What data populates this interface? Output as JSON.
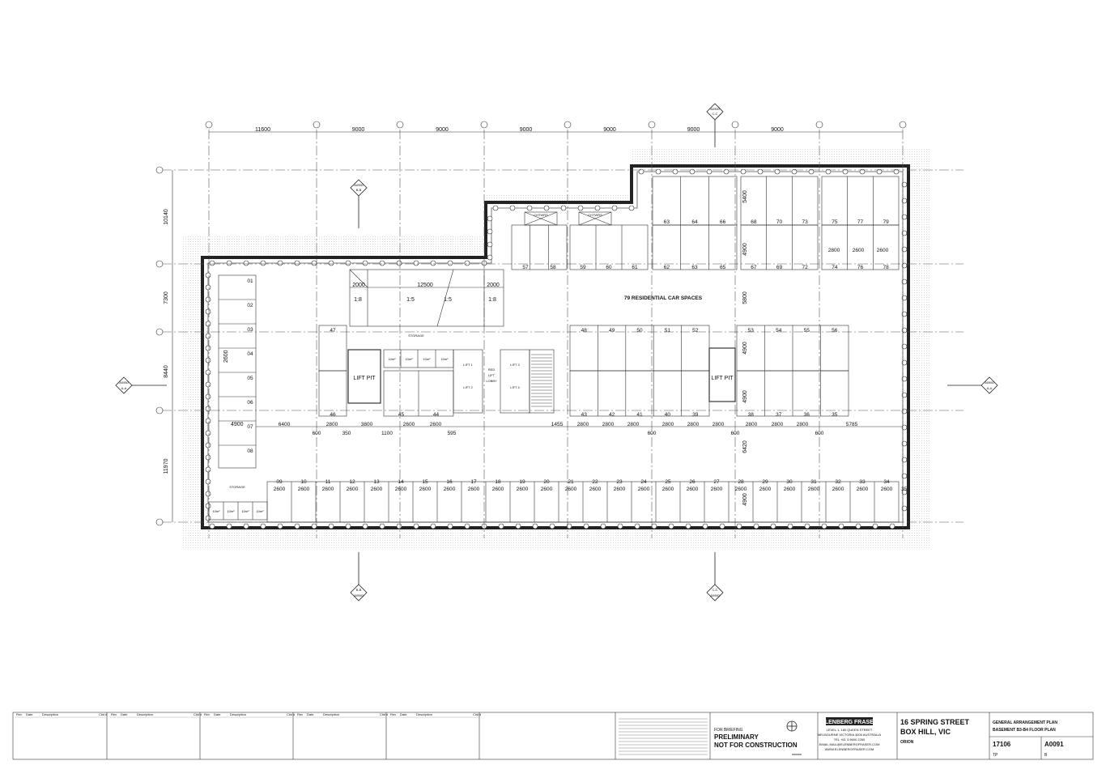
{
  "sheet": {
    "grid_spacings": [
      "11600",
      "9000",
      "9000",
      "9000",
      "9000",
      "9000",
      "9000"
    ],
    "row_spacings": [
      "10140",
      "7300",
      "8440",
      "11970"
    ],
    "section_markers": {
      "bb_top": [
        "A0950",
        "B-B"
      ],
      "bb_bottom": [
        "B-B",
        "A0950"
      ],
      "cc_top": [
        "A0950",
        "C-C"
      ],
      "cc_bottom": [
        "C-C",
        "A0950"
      ],
      "aa_left": [
        "A0950",
        "A-A"
      ],
      "aa_right": [
        "A0950",
        "A-A"
      ]
    },
    "labels": {
      "residential_spaces": "79 RESIDENTIAL CAR SPACES",
      "lift_pit_left": "LIFT PIT",
      "lift_pit_right": "LIFT PIT",
      "storage_top": "STORAGE",
      "storage_bottom": "STORAGE",
      "lift_lobby": [
        "RED",
        "LIFT",
        "LOBBY"
      ],
      "ramp": [
        "1:8",
        "1:5",
        "1:5",
        "1:8"
      ],
      "ramp_dims": [
        "2000",
        "12500",
        "2000"
      ]
    },
    "storage_units": [
      "01",
      "02",
      "03",
      "04",
      "05",
      "06",
      "07",
      "08"
    ],
    "storage_cages_top": [
      "10m²",
      "10m²",
      "10m²",
      "10m²"
    ],
    "storage_cages_bottom": [
      "10m²",
      "10m²",
      "10m²",
      "10m²"
    ],
    "storage_dims": [
      "4900",
      "6400",
      "2600"
    ],
    "bays": {
      "top_upper": [
        "63",
        "64",
        "66",
        "68",
        "70",
        "73",
        "75",
        "77",
        "79"
      ],
      "top_upper_dims": [
        "2800",
        "2600",
        "2600"
      ],
      "top_lower": [
        "57",
        "58",
        "59",
        "60",
        "61",
        "62",
        "63",
        "65",
        "67",
        "69",
        "72",
        "74",
        "76",
        "78"
      ],
      "middle_upper_left": [
        "47"
      ],
      "middle_upper": [
        "48",
        "49",
        "50",
        "51",
        "52",
        "53",
        "54",
        "55",
        "56"
      ],
      "middle_lower_left": [
        "46",
        "45",
        "44"
      ],
      "middle_lower": [
        "43",
        "42",
        "41",
        "40",
        "39",
        "38",
        "37",
        "36",
        "35"
      ],
      "middle_dims": [
        "6400",
        "2800",
        "3800",
        "2600",
        "2600",
        "1455",
        "2800",
        "2800",
        "2800",
        "2800",
        "2800",
        "2800",
        "2800",
        "2800",
        "2800",
        "5785"
      ],
      "middle_small_dims": [
        "600",
        "350",
        "1100",
        "595",
        "600",
        "600",
        "600"
      ],
      "bottom": [
        "09",
        "10",
        "11",
        "12",
        "13",
        "14",
        "15",
        "16",
        "17",
        "18",
        "19",
        "20",
        "21",
        "22",
        "23",
        "24",
        "25",
        "26",
        "27",
        "28",
        "29",
        "30",
        "31",
        "32",
        "33",
        "34"
      ],
      "bottom_dim": "2600",
      "edge": "35"
    },
    "vertical_dims": [
      "5400",
      "4900",
      "5800",
      "4900",
      "4900",
      "6420",
      "4900"
    ],
    "plant": [
      "CHTWRS",
      "CHTWRS"
    ],
    "lifts": [
      "LIFT 1",
      "LIFT 2",
      "LIFT 3",
      "LIFT 4"
    ]
  },
  "title_block": {
    "stamp_line1": "PRELIMINARY",
    "stamp_line2": "NOT FOR CONSTRUCTION",
    "stamp_header": "FOR BRIEFING",
    "brand": "ELENBERG FRASER",
    "brand_address": [
      "LEVEL 1, 160 QUEEN STREET",
      "MELBOURNE VICTORIA 3000 AUSTRALIA",
      "TEL +61 3 9600 2260",
      "EMAIL MAIL@ELENBERGFRASER.COM",
      "WWW.ELENBERGFRASER.COM"
    ],
    "project_line1": "16 SPRING STREET",
    "project_line2": "BOX HILL, VIC",
    "client": "ORION",
    "drawing_title_line1": "GENERAL ARRANGEMENT PLAN",
    "drawing_title_line2": "BASEMENT B3-B4 FLOOR PLAN",
    "project_no": "17106",
    "drawing_no": "A0091",
    "status": "TP",
    "revision": "B",
    "revision_columns": [
      "Rev",
      "Date",
      "Description",
      "Chk'd"
    ]
  }
}
